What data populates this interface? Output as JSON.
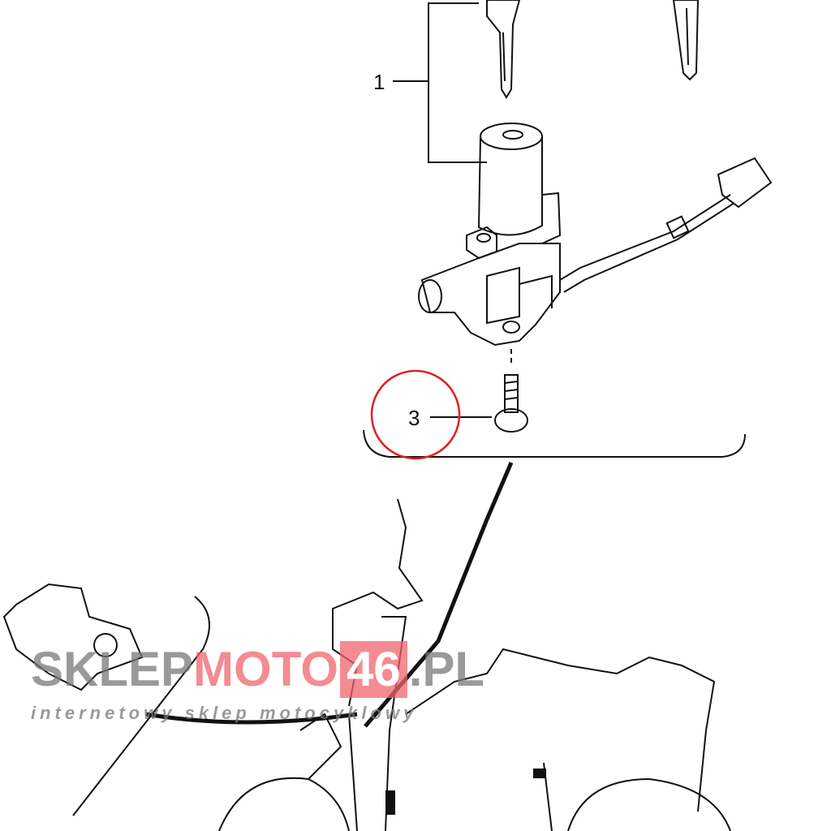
{
  "callouts": {
    "part1": "1",
    "part3": "3"
  },
  "highlight_color": "#e0201e",
  "watermark": {
    "part_a": "SKLEP",
    "part_b": "MOTO",
    "part_c": "46",
    "part_d": ".PL",
    "tagline": "internetowy sklep motocyklowy"
  }
}
